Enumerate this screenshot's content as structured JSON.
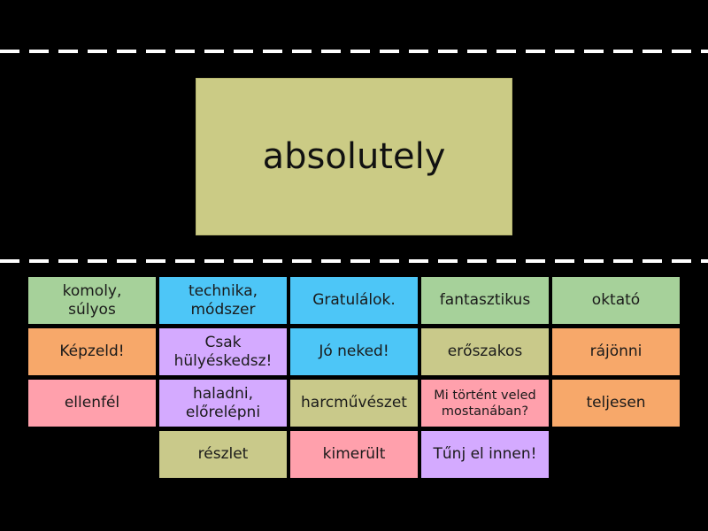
{
  "prompt": {
    "word": "absolutely"
  },
  "colors": {
    "green": "#a6d19a",
    "blue": "#4dc6f7",
    "orange": "#f7a86a",
    "purple": "#d4aaff",
    "pink": "#ffa0ac",
    "olive": "#c9c98a",
    "background": "#000000"
  },
  "tiles": [
    {
      "label": "komoly,\nsúlyos",
      "color": "green"
    },
    {
      "label": "technika,\nmódszer",
      "color": "blue"
    },
    {
      "label": "Gratulálok.",
      "color": "blue"
    },
    {
      "label": "fantasztikus",
      "color": "green"
    },
    {
      "label": "oktató",
      "color": "green"
    },
    {
      "label": "Képzeld!",
      "color": "orange"
    },
    {
      "label": "Csak\nhülyéskedsz!",
      "color": "purple"
    },
    {
      "label": "Jó neked!",
      "color": "blue"
    },
    {
      "label": "erőszakos",
      "color": "olive"
    },
    {
      "label": "rájönni",
      "color": "orange"
    },
    {
      "label": "ellenfél",
      "color": "pink"
    },
    {
      "label": "haladni,\nelőrelépni",
      "color": "purple"
    },
    {
      "label": "harcművészet",
      "color": "olive"
    },
    {
      "label": "Mi történt veled\nmostanában?",
      "color": "pink",
      "small": true
    },
    {
      "label": "teljesen",
      "color": "orange"
    },
    null,
    {
      "label": "részlet",
      "color": "olive"
    },
    {
      "label": "kimerült",
      "color": "pink"
    },
    {
      "label": "Tűnj el innen!",
      "color": "purple"
    },
    null
  ]
}
